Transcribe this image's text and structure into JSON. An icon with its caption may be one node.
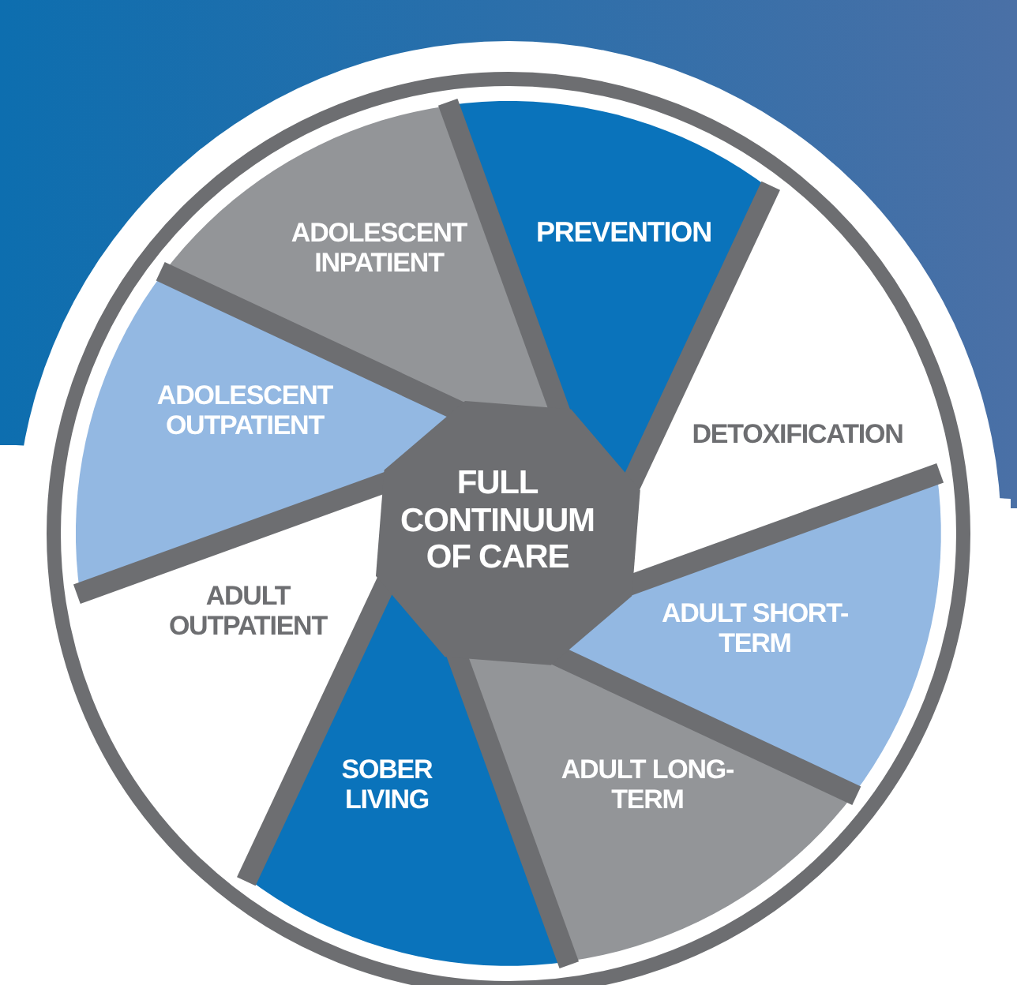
{
  "diagram": {
    "nodes": [
      {
        "text": [
          "PREVENTION"
        ]
      },
      {
        "text": [
          "DETOXIFICATION"
        ]
      },
      {
        "text": [
          "ADULT SHORT-TERM"
        ]
      },
      {
        "text": [
          "ADULT LONG-TERM"
        ]
      },
      {
        "text": [
          "SOBER LIVING"
        ]
      },
      {
        "text": [
          "ADULT OUTPATIENT"
        ]
      },
      {
        "text": [
          "ADOLESCENT OUTPATIENT"
        ]
      },
      {
        "text": [
          "ADOLESCENT INPATIENT"
        ]
      },
      {
        "text": [
          "FULL CONTINUUM OF CARE"
        ]
      }
    ]
  }
}
